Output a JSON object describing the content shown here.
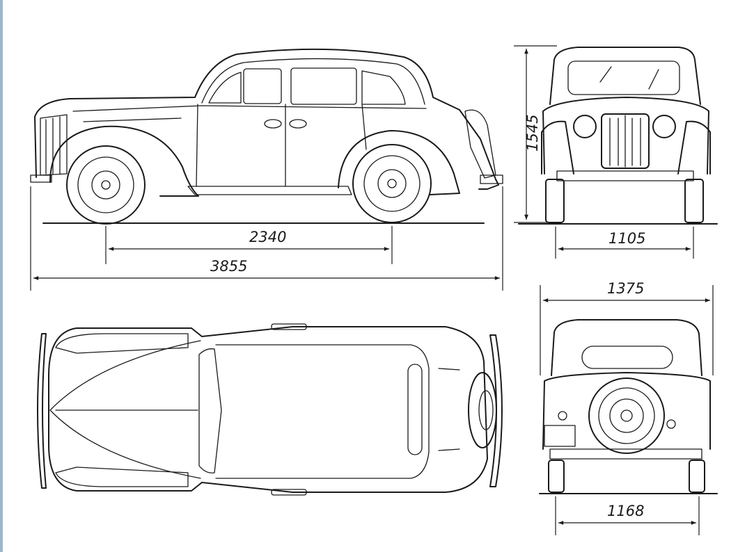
{
  "dimensions": {
    "wheelbase": "2340",
    "overall_length": "3855",
    "height": "1545",
    "front_track": "1105",
    "overall_width": "1375",
    "rear_track": "1168"
  },
  "colors": {
    "line": "#1a1a1a",
    "background": "#ffffff",
    "edge_rule": "#9fb6c9"
  }
}
